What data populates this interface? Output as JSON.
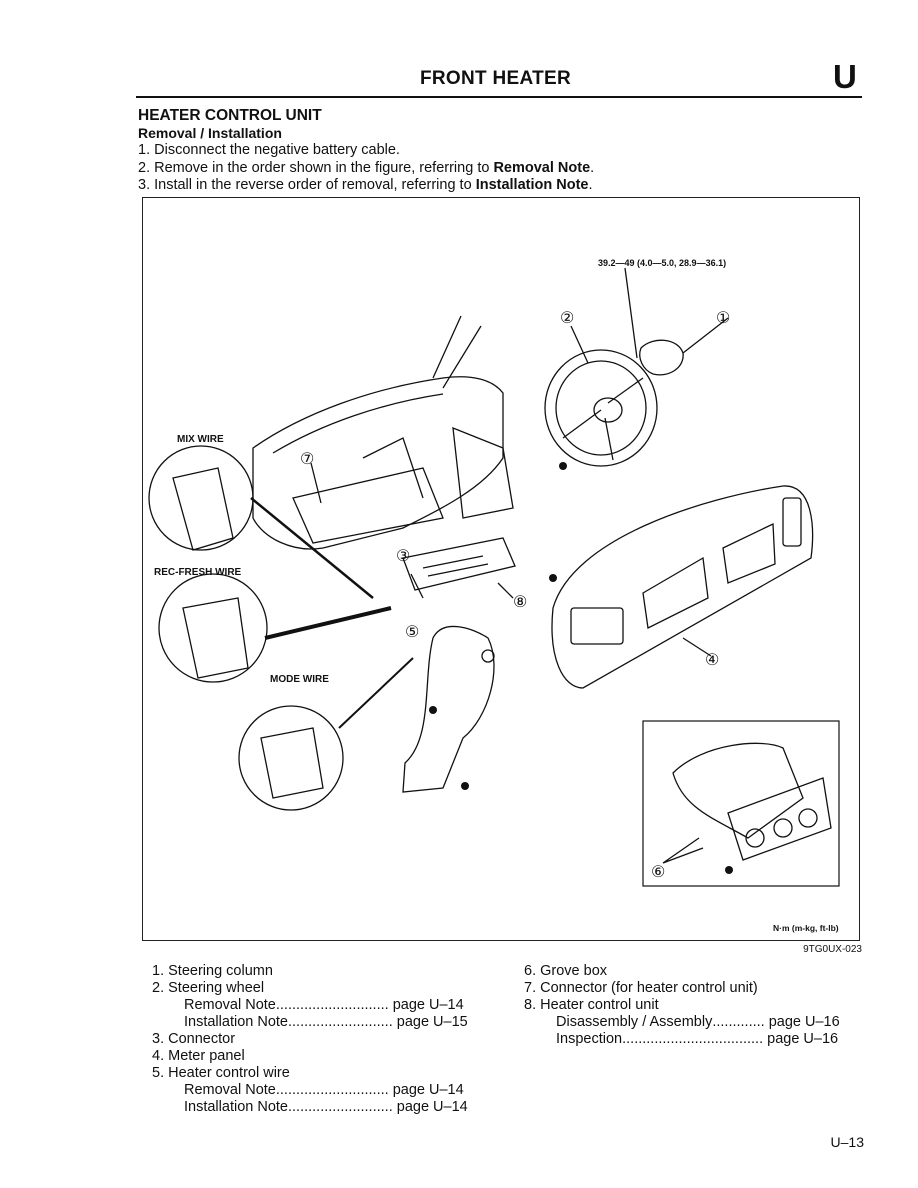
{
  "header": {
    "title": "FRONT HEATER",
    "section_letter": "U"
  },
  "section": {
    "title": "HEATER CONTROL UNIT",
    "subtitle": "Removal / Installation",
    "steps": [
      {
        "text": "1. Disconnect the negative battery cable.",
        "bold": ""
      },
      {
        "text": "2. Remove in the order shown in the figure, referring to ",
        "bold": "Removal Note",
        "end": "."
      },
      {
        "text": "3. Install in the reverse order of removal, referring to ",
        "bold": "Installation Note",
        "end": "."
      }
    ]
  },
  "figure": {
    "torque_spec": "39.2—49 (4.0—5.0, 28.9—36.1)",
    "mix_wire": "MIX WIRE",
    "rec_fresh_wire": "REC-FRESH WIRE",
    "mode_wire": "MODE WIRE",
    "units": "N·m (m-kg, ft-lb)",
    "code": "9TG0UX-023",
    "callouts": [
      "①",
      "②",
      "③",
      "④",
      "⑤",
      "⑥",
      "⑦",
      "⑧"
    ]
  },
  "legend": {
    "left": [
      {
        "label": "1. Steering column"
      },
      {
        "label": "2. Steering wheel"
      },
      {
        "label": "Removal Note",
        "dots": "............................",
        "ref": "page U–14",
        "indent": true
      },
      {
        "label": "Installation Note",
        "dots": "..........................",
        "ref": "page U–15",
        "indent": true
      },
      {
        "label": "3. Connector"
      },
      {
        "label": "4. Meter panel"
      },
      {
        "label": "5. Heater control wire"
      },
      {
        "label": "Removal Note",
        "dots": "............................",
        "ref": "page U–14",
        "indent": true
      },
      {
        "label": "Installation Note",
        "dots": "..........................",
        "ref": "page U–14",
        "indent": true
      }
    ],
    "right": [
      {
        "label": "6. Grove box"
      },
      {
        "label": "7. Connector (for heater control unit)"
      },
      {
        "label": "8. Heater control unit"
      },
      {
        "label": "Disassembly / Assembly",
        "dots": ".............",
        "ref": "page U–16",
        "indent": true
      },
      {
        "label": "Inspection",
        "dots": "...................................",
        "ref": "page U–16",
        "indent": true
      }
    ]
  },
  "page_number": "U–13"
}
